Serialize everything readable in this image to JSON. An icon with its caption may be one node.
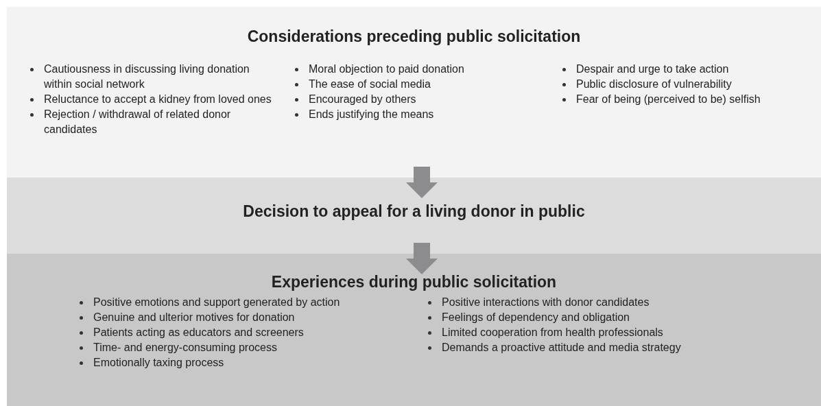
{
  "diagram": {
    "nodes": [
      {
        "text": [
          "Considerations preceding public solicitation",
          "Cautiousness in discussing living donation within social network",
          "Reluctance to accept a kidney from loved ones",
          "Rejection / withdrawal of related donor candidates",
          "Moral objection to paid donation",
          "The ease of social media",
          "Encouraged by others",
          "Ends justifying the means",
          "Despair and urge to take action",
          "Public disclosure of vulnerability",
          "Fear of being (perceived to be) selfish"
        ]
      },
      {
        "text": [
          "Decision to appeal for a living donor in public"
        ]
      },
      {
        "text": [
          "Experiences during public solicitation",
          "Positive emotions and support generated by action",
          "Genuine and ulterior motives for donation",
          "Patients acting as educators and screeners",
          "Time- and energy-consuming process",
          "Emotionally taxing process",
          "Positive interactions with donor candidates",
          "Feelings of dependency and obligation",
          "Limited cooperation from health professionals",
          "Demands a proactive attitude and media strategy"
        ]
      }
    ],
    "edges": [
      {
        "from": 0,
        "to": 1,
        "arrow": "to"
      },
      {
        "from": 1,
        "to": 2,
        "arrow": "to"
      }
    ]
  }
}
